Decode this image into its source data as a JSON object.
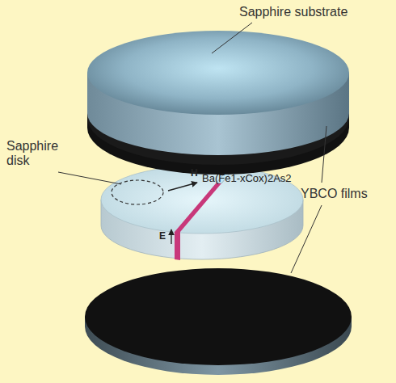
{
  "diagram": {
    "labels": [
      "Sapphire substrate",
      "Sapphire disk",
      "YBCO films",
      "Ba(Fe1-xCox)2As2",
      "H",
      "E"
    ]
  }
}
